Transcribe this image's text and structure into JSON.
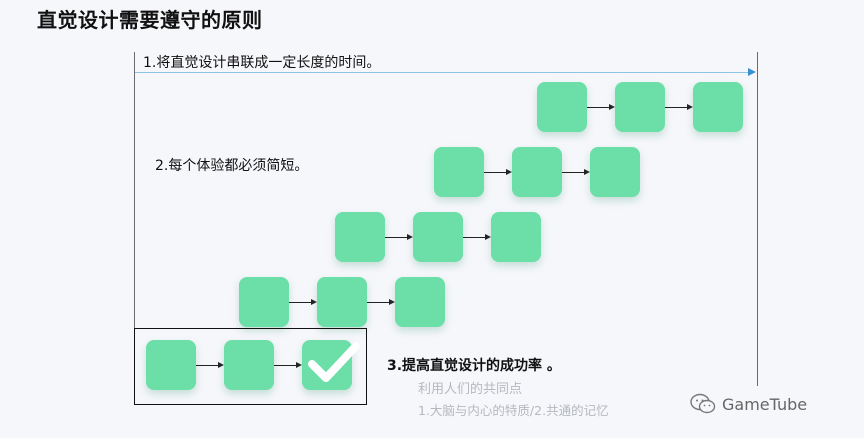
{
  "title": "直觉设计需要遵守的原则",
  "principles": {
    "p1": "1.将直觉设计串联成一定长度的时间。",
    "p2": "2.每个体验都必须简短。",
    "p3": "3.提高直觉设计的成功率 。",
    "p3_sub_title": "利用人们的共同点",
    "p3_sub_items": "1.大脑与内心的特质/2.共通的记忆"
  },
  "watermark": {
    "text": "GameTube",
    "icon": "wechat-icon"
  },
  "colors": {
    "box": "#6cdea7",
    "timeline": "#8fc3e6",
    "sub_text": "#b5b8bf"
  }
}
